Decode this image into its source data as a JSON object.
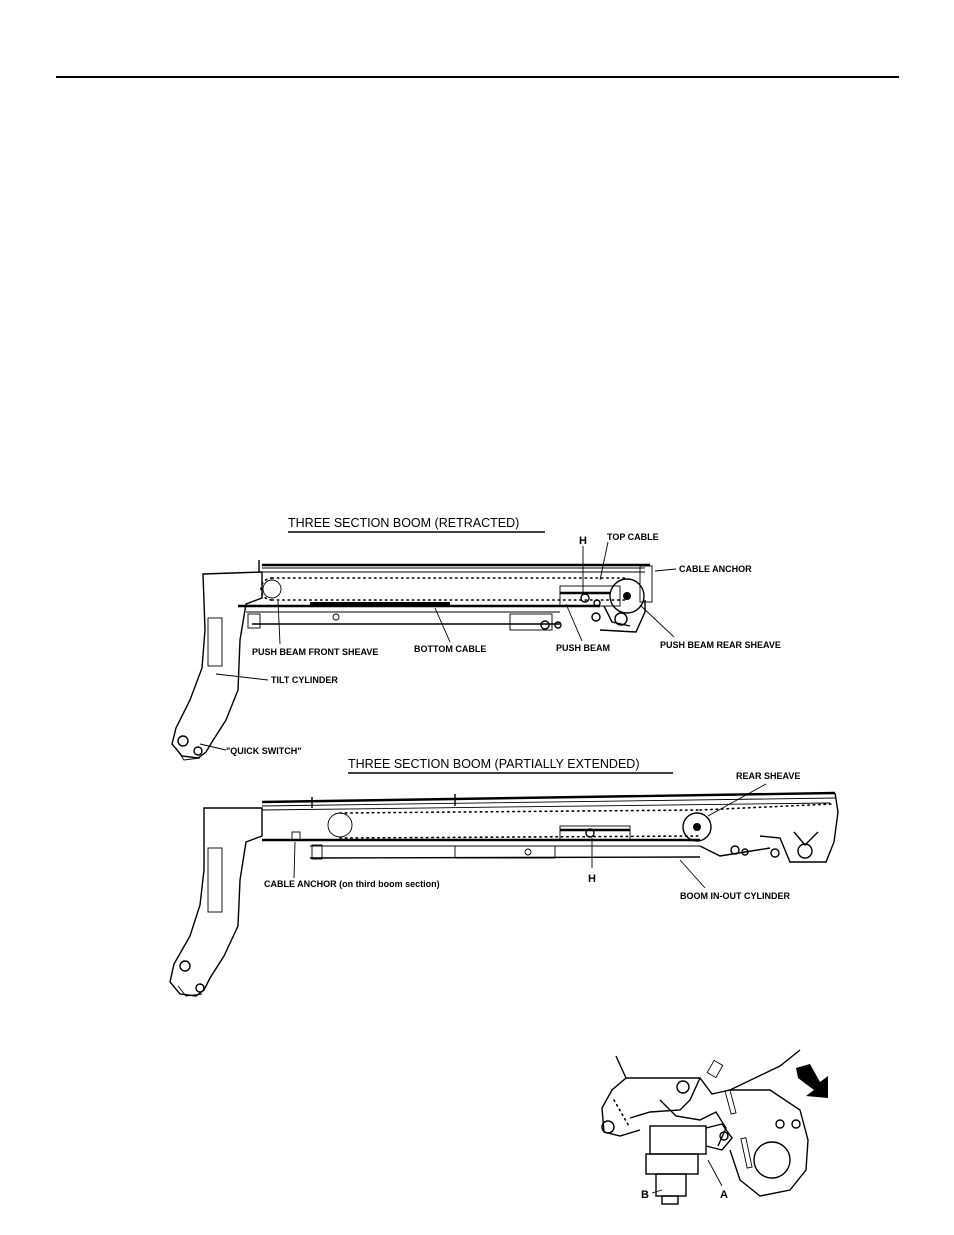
{
  "figure_retracted": {
    "title": "THREE SECTION BOOM (RETRACTED)",
    "labels": {
      "h": "H",
      "top_cable": "TOP CABLE",
      "cable_anchor": "CABLE ANCHOR",
      "push_beam_front_sheave": "PUSH BEAM FRONT SHEAVE",
      "bottom_cable": "BOTTOM CABLE",
      "push_beam": "PUSH BEAM",
      "push_beam_rear_sheave": "PUSH BEAM REAR SHEAVE",
      "tilt_cylinder": "TILT CYLINDER",
      "quick_switch": "\"QUICK SWITCH\""
    }
  },
  "figure_extended": {
    "title": "THREE SECTION BOOM (PARTIALLY EXTENDED)",
    "labels": {
      "rear_sheave": "REAR SHEAVE",
      "cable_anchor_third": "CABLE ANCHOR (on third boom section)",
      "h": "H",
      "boom_in_out_cylinder": "BOOM IN-OUT CYLINDER"
    }
  },
  "figure_detail": {
    "labels": {
      "b": "B",
      "a": "A"
    }
  }
}
